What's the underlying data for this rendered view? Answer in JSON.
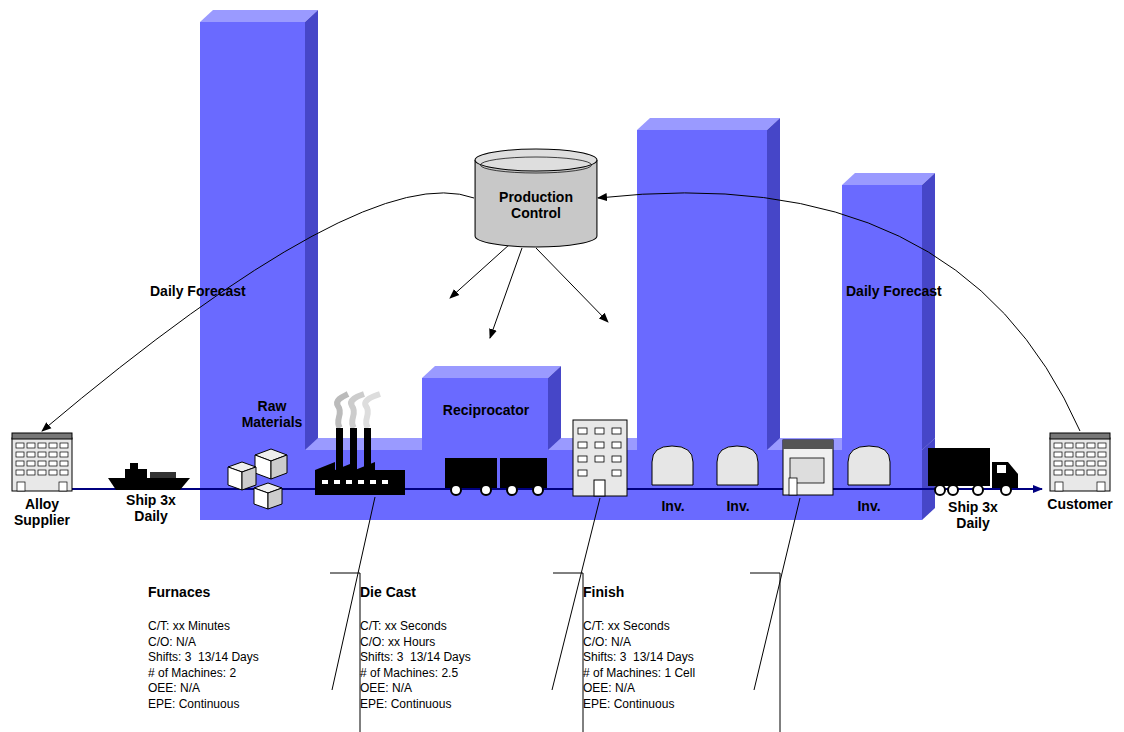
{
  "diagram": {
    "nodes": [
      {
        "text": [
          "Alloy Supplier"
        ]
      },
      {
        "text": [
          "Production Control"
        ]
      },
      {
        "text": [
          "Furnaces",
          "C/T: xx Minutes",
          "C/O: N/A",
          "Shifts: 3  13/14 Days",
          "# of Machines: 2",
          "OEE: N/A",
          "EPE: Continuous"
        ]
      },
      {
        "text": [
          "Die Cast",
          "C/T: xx Seconds",
          "C/O: xx Hours",
          "Shifts: 3  13/14 Days",
          "# of Machines: 2.5",
          "OEE: N/A",
          "EPE: Continuous"
        ]
      },
      {
        "text": [
          "Finish",
          "C/T: xx Seconds",
          "C/O: N/A",
          "Shifts: 3  13/14 Days",
          "# of Machines: 1 Cell",
          "OEE: N/A",
          "EPE: Continuous"
        ]
      },
      {
        "text": [
          "Customer"
        ]
      }
    ],
    "edges": [
      {
        "from": 5,
        "to": 1,
        "arrow": "to"
      },
      {
        "from": 1,
        "to": 0,
        "arrow": "to"
      }
    ],
    "labels": [
      "Daily Forecast",
      "Daily Forecast",
      "Raw Materials",
      "Reciprocator",
      "Inv.",
      "Inv.",
      "Inv.",
      "Ship 3x Daily",
      "Ship 3x Daily"
    ]
  }
}
